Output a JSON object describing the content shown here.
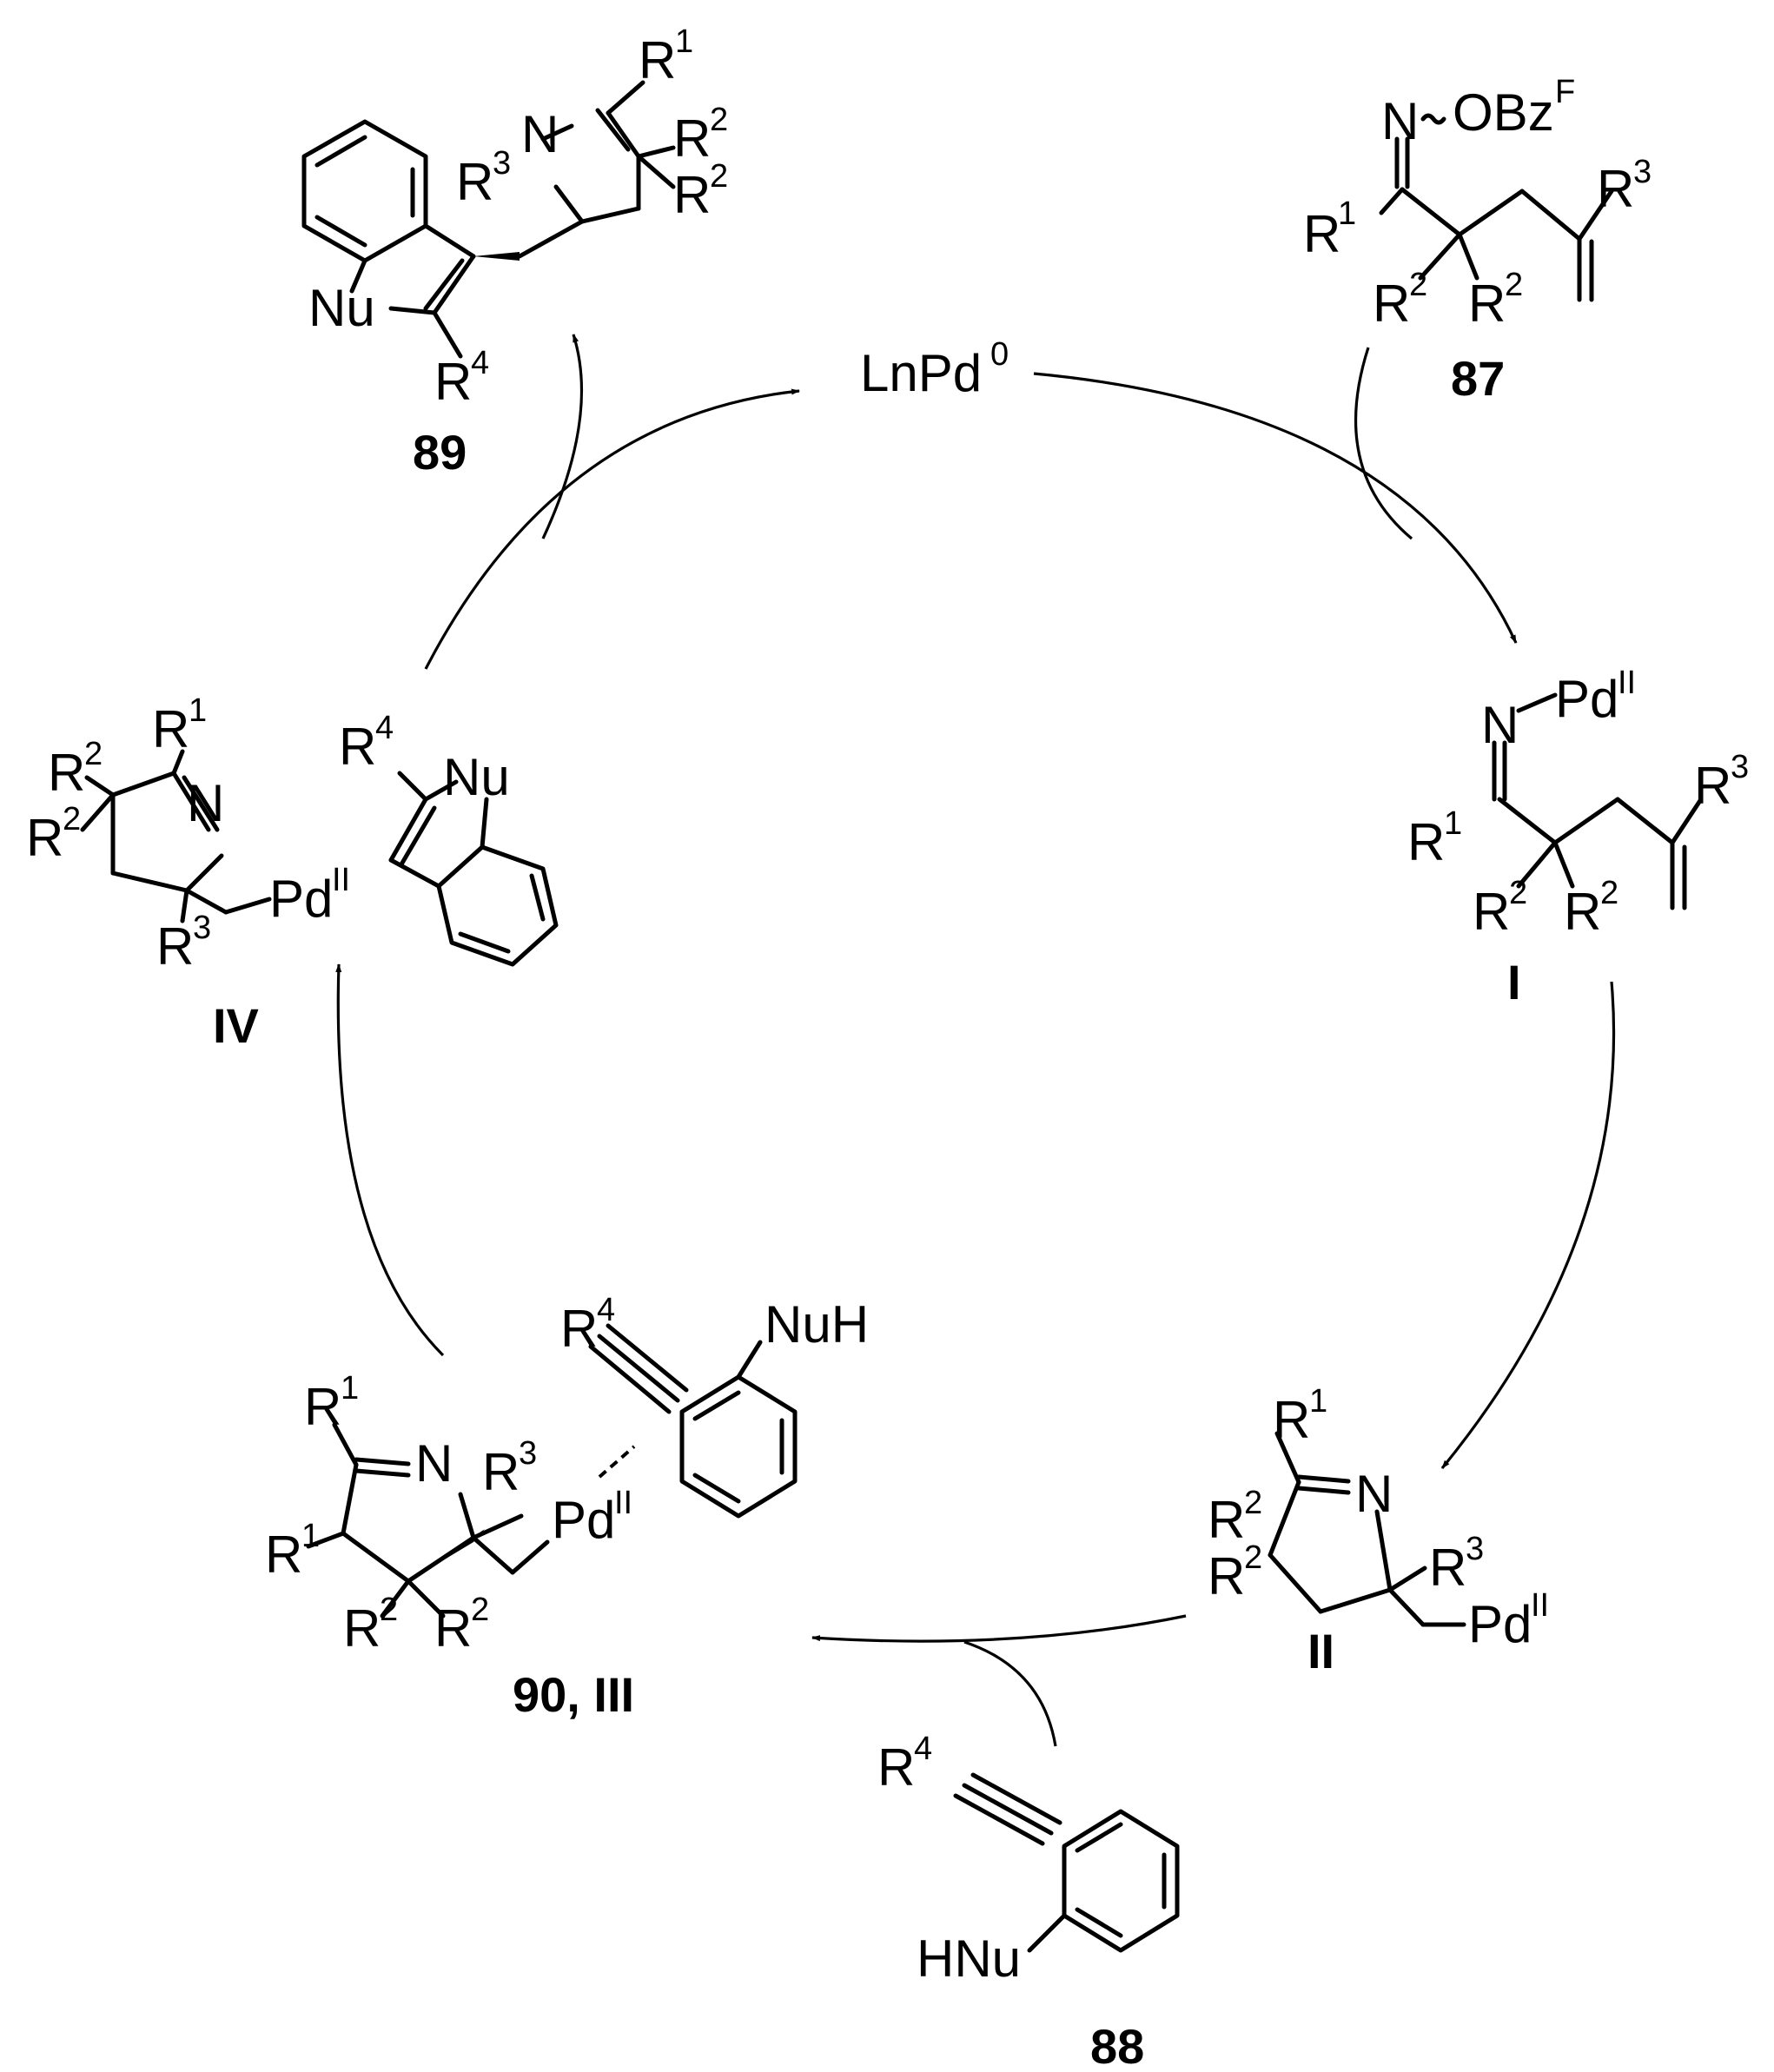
{
  "catalyst": {
    "label": "LnPd",
    "sup": "0"
  },
  "labels": {
    "R": "R",
    "n1": "1",
    "n2": "2",
    "n3": "3",
    "n4": "4",
    "N": "N",
    "Nu": "Nu",
    "NuH": "NuH",
    "HNu": "HNu",
    "Pd": "Pd",
    "PdII": "II",
    "OBz": "OBz",
    "Bz_sub": "z",
    "F": "F"
  },
  "compounds": {
    "c87": "87",
    "c88": "88",
    "c89": "89",
    "cI": "I",
    "cII": "II",
    "cIII": "90, III",
    "cIV": "IV"
  }
}
